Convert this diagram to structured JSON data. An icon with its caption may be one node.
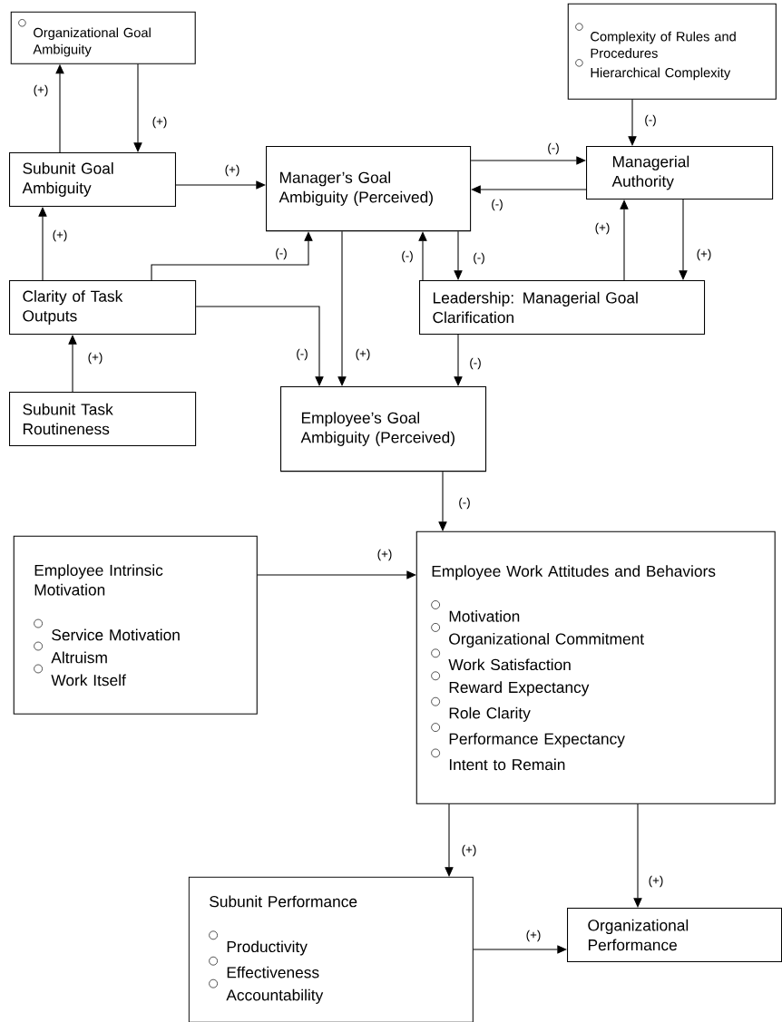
{
  "diagram": {
    "nodes": [
      {
        "text": [
          "Organizational Goal Ambiguity"
        ]
      },
      {
        "text": [
          "Complexity of Rules and Procedures",
          "Hierarchical Complexity"
        ]
      },
      {
        "text": [
          "Subunit Goal Ambiguity"
        ]
      },
      {
        "text": [
          "Manager’s Goal Ambiguity (Perceived)"
        ]
      },
      {
        "text": [
          "Managerial Authority"
        ]
      },
      {
        "text": [
          "Clarity of Task Outputs"
        ]
      },
      {
        "text": [
          "Leadership: Managerial Goal Clarification"
        ]
      },
      {
        "text": [
          "Subunit Task Routineness"
        ]
      },
      {
        "text": [
          "Employee’s Goal Ambiguity (Perceived)"
        ]
      },
      {
        "text": [
          "Employee Intrinsic Motivation",
          "Service Motivation",
          "Altruism",
          "Work Itself"
        ]
      },
      {
        "text": [
          "Employee Work Attitudes and Behaviors",
          "Motivation",
          "Organizational Commitment",
          "Work Satisfaction",
          "Reward Expectancy",
          "Role Clarity",
          "Performance Expectancy",
          "Intent to Remain"
        ]
      },
      {
        "text": [
          "Subunit Performance",
          "Productivity",
          "Effectiveness",
          "Accountability"
        ]
      },
      {
        "text": [
          "Organizational Performance"
        ]
      }
    ],
    "edges": [
      {
        "from": 2,
        "to": 0,
        "arrow": "to",
        "label": "(+)"
      },
      {
        "from": 0,
        "to": 2,
        "arrow": "to",
        "label": "(+)"
      },
      {
        "from": 2,
        "to": 3,
        "arrow": "to",
        "label": "(+)"
      },
      {
        "from": 3,
        "to": 4,
        "arrow": "to",
        "label": "(-)"
      },
      {
        "from": 4,
        "to": 3,
        "arrow": "to",
        "label": "(-)"
      },
      {
        "from": 1,
        "to": 4,
        "arrow": "to",
        "label": "(-)"
      },
      {
        "from": 5,
        "to": 2,
        "arrow": "to",
        "label": "(+)"
      },
      {
        "from": 5,
        "to": 3,
        "arrow": "to",
        "label": "(-)"
      },
      {
        "from": 6,
        "to": 3,
        "arrow": "to",
        "label": "(-)"
      },
      {
        "from": 3,
        "to": 6,
        "arrow": "to",
        "label": "(-)"
      },
      {
        "from": 6,
        "to": 4,
        "arrow": "to",
        "label": "(+)"
      },
      {
        "from": 4,
        "to": 6,
        "arrow": "to",
        "label": "(+)"
      },
      {
        "from": 7,
        "to": 5,
        "arrow": "to",
        "label": "(+)"
      },
      {
        "from": 5,
        "to": 8,
        "arrow": "to",
        "label": "(-)"
      },
      {
        "from": 3,
        "to": 8,
        "arrow": "to",
        "label": "(+)"
      },
      {
        "from": 6,
        "to": 8,
        "arrow": "to",
        "label": "(-)"
      },
      {
        "from": 8,
        "to": 10,
        "arrow": "to",
        "label": "(-)"
      },
      {
        "from": 9,
        "to": 10,
        "arrow": "to",
        "label": "(+)"
      },
      {
        "from": 10,
        "to": 11,
        "arrow": "to",
        "label": "(+)"
      },
      {
        "from": 10,
        "to": 12,
        "arrow": "to",
        "label": "(+)"
      },
      {
        "from": 11,
        "to": 12,
        "arrow": "to",
        "label": "(+)"
      }
    ]
  }
}
